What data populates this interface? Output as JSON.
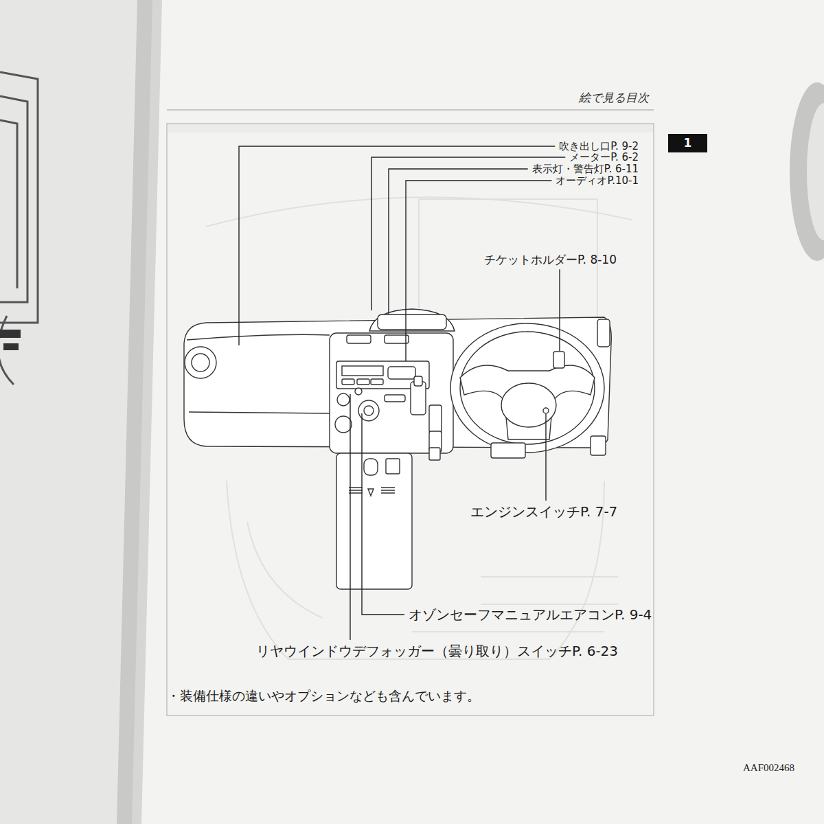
{
  "diagram": {
    "title": "絵で見る目次",
    "labels": [
      "1",
      "吹き出し口P. 9-2",
      "メーターP. 6-2",
      "表示灯・警告灯P. 6-11",
      "オーディオP.10-1",
      "チケットホルダーP. 8-10",
      "エンジンスイッチP. 7-7",
      "オゾンセーフマニュアルエアコンP. 9-4",
      "リヤウインドウデフォッガー（曇り取り）スイッチP. 6-23",
      "・装備仕様の違いやオプションなども含んでいます。",
      "AAF002468"
    ]
  }
}
